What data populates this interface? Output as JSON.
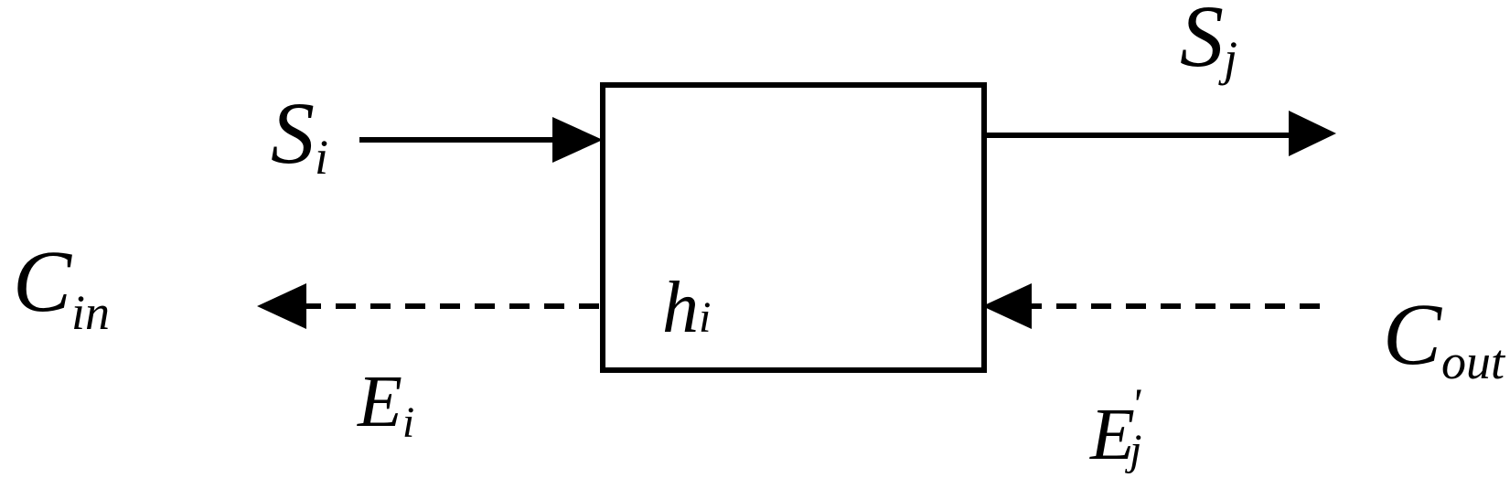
{
  "colors": {
    "stroke": "#000000",
    "background": "#ffffff"
  },
  "labels": {
    "s_in": {
      "main": "S",
      "sub": "i"
    },
    "s_out": {
      "main": "S",
      "sub": "j"
    },
    "c_in": {
      "main": "C",
      "sub": "in"
    },
    "c_out": {
      "main": "C",
      "sub": "out"
    },
    "h": {
      "main": "h",
      "sub": "i"
    },
    "e_i": {
      "main": "E",
      "sub": "i"
    },
    "e_j": {
      "main": "E",
      "sub": "j",
      "prime": "'"
    }
  }
}
